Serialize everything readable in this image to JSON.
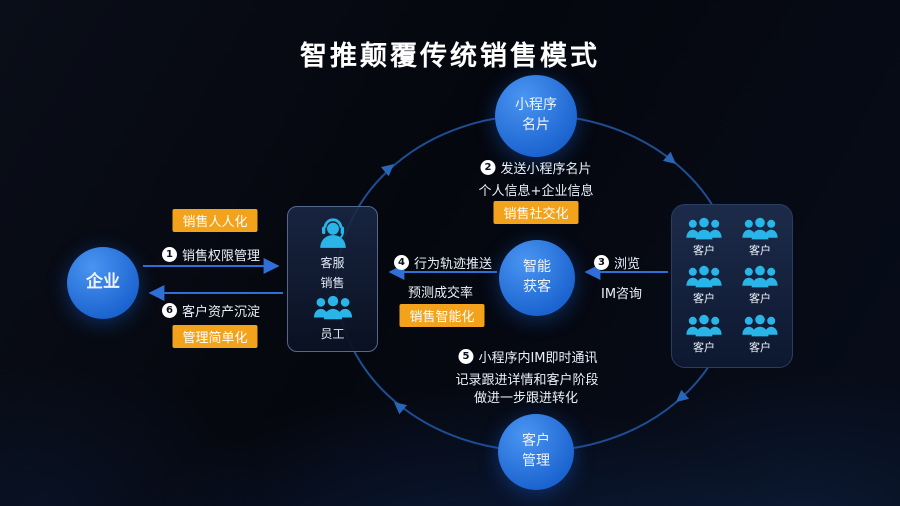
{
  "title": "智推颠覆传统销售模式",
  "nodes": {
    "enterprise": "企业",
    "mini_program_card": "小程序\n名片",
    "smart_acquisition": "智能\n获客",
    "customer_management": "客户\n管理"
  },
  "left_box": {
    "roles": [
      "客服",
      "销售",
      "员工"
    ]
  },
  "right_box": {
    "customers": [
      "客户",
      "客户",
      "客户",
      "客户",
      "客户",
      "客户"
    ]
  },
  "steps": {
    "s1": {
      "num": "1",
      "text": "销售权限管理",
      "badge": "销售人人化"
    },
    "s2": {
      "num": "2",
      "text": "发送小程序名片",
      "sub": "个人信息+企业信息",
      "badge": "销售社交化"
    },
    "s3": {
      "num": "3",
      "text": "浏览",
      "sub": "IM咨询"
    },
    "s4": {
      "num": "4",
      "text": "行为轨迹推送",
      "sub": "预测成交率",
      "badge": "销售智能化"
    },
    "s5": {
      "num": "5",
      "text": "小程序内IM即时通讯",
      "sub": "记录跟进详情和客户阶段",
      "sub2": "做进一步跟进转化"
    },
    "s6": {
      "num": "6",
      "text": "客户资产沉淀",
      "badge": "管理简单化"
    }
  },
  "colors": {
    "badge_orange": "#f3a21b",
    "node_blue": "#1d66cf",
    "icon_cyan": "#2ab5e8",
    "cycle_blue": "#1e4d92",
    "arrow_blue": "#2f6fd6"
  }
}
